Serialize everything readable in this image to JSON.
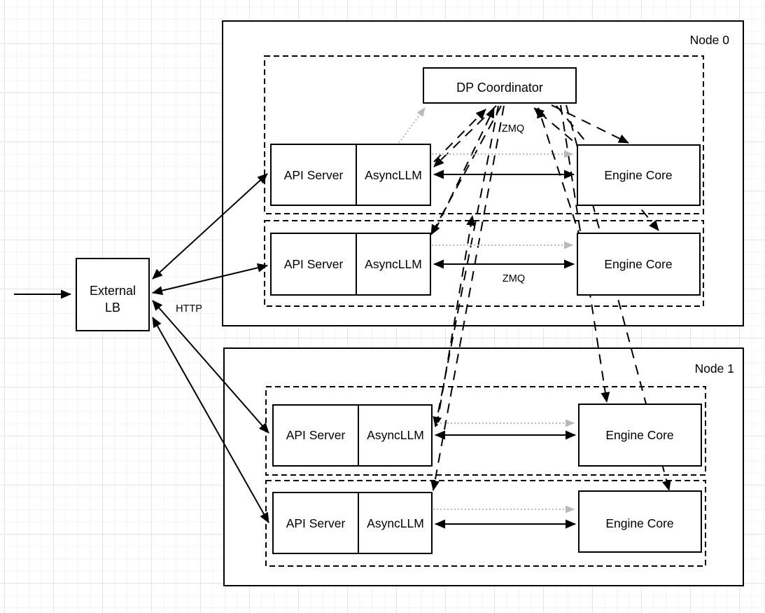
{
  "diagram": {
    "node0": {
      "title": "Node 0"
    },
    "node1": {
      "title": "Node 1"
    },
    "external_lb": {
      "line1": "External",
      "line2": "LB"
    },
    "labels": {
      "api_server": "API Server",
      "async_llm": "AsyncLLM",
      "engine_core": "Engine Core",
      "dp_coordinator": "DP Coordinator",
      "http": "HTTP",
      "zmq": "ZMQ"
    },
    "colors": {
      "stroke": "#000000",
      "gray": "#b9b9b9",
      "box_fill": "#ffffff",
      "grid_minor": "#f4f4f4",
      "grid_major": "#e4e4e4"
    }
  }
}
